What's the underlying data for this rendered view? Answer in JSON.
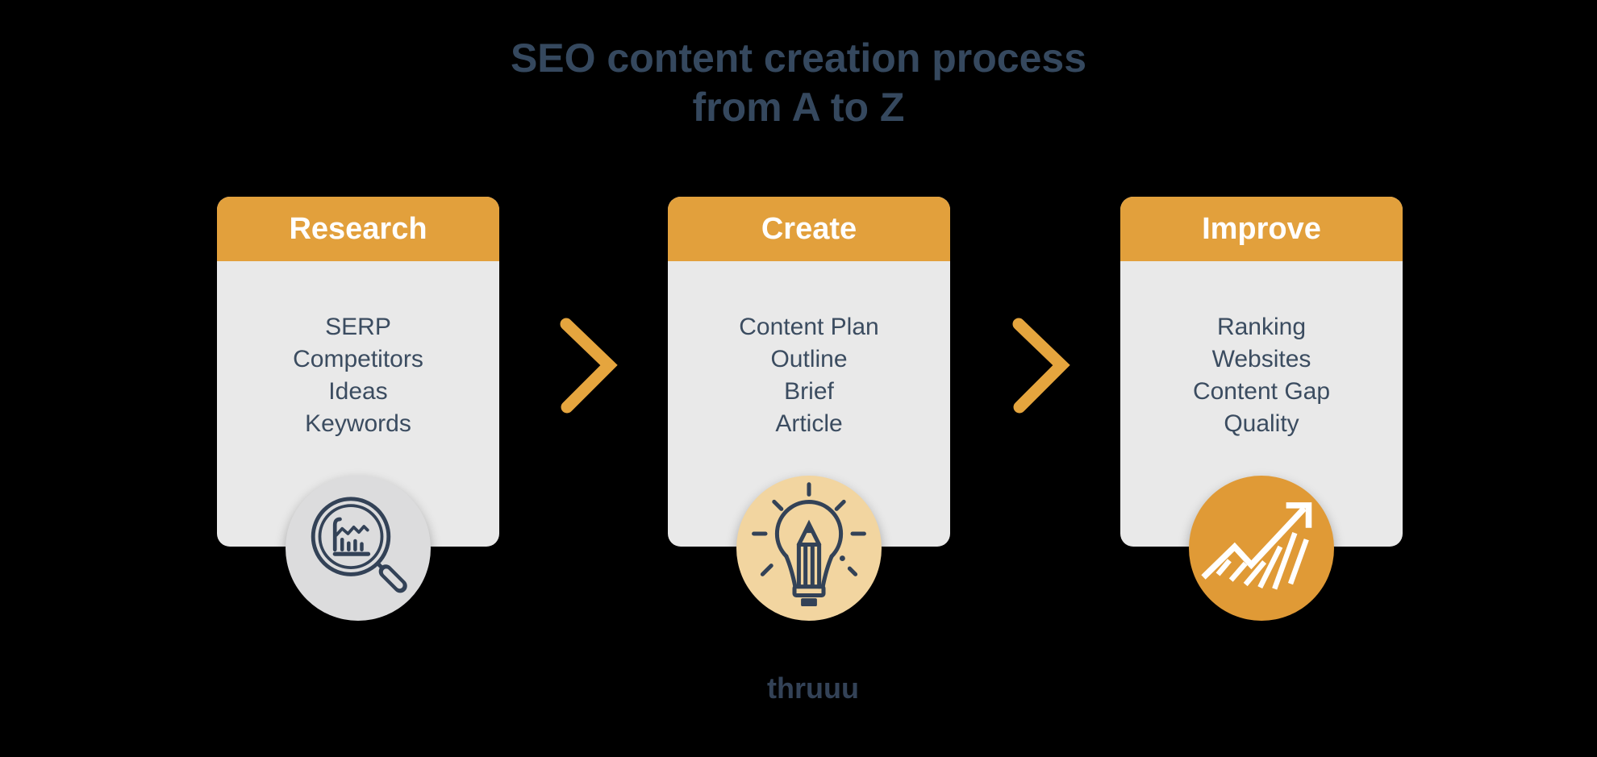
{
  "title": {
    "line1": "SEO content creation process",
    "line2": "from A to Z"
  },
  "cards": [
    {
      "header": "Research",
      "items": [
        "SERP",
        "Competitors",
        "Ideas",
        "Keywords"
      ],
      "icon": "magnifier-chart-icon",
      "badge_color": "#DCDCDD"
    },
    {
      "header": "Create",
      "items": [
        "Content Plan",
        "Outline",
        "Brief",
        "Article"
      ],
      "icon": "lightbulb-pencil-icon",
      "badge_color": "#F2D5A0"
    },
    {
      "header": "Improve",
      "items": [
        "Ranking",
        "Websites",
        "Content Gap",
        "Quality"
      ],
      "icon": "growth-arrow-icon",
      "badge_color": "#E09A36"
    }
  ],
  "connectors": [
    "chevron-right",
    "chevron-right"
  ],
  "brand": "thruuu",
  "colors": {
    "background": "#000000",
    "header_orange": "#E2A03C",
    "card_body_gray": "#E9E9E9",
    "chevron_orange": "#E5A53E",
    "improve_badge_orange": "#E09A36",
    "create_badge_tan": "#F2D5A0",
    "research_badge_gray": "#DCDCDD",
    "navy_text": "#35485E",
    "item_text": "#3B4C60",
    "icon_navy": "#334257",
    "header_text": "#FFFFFF",
    "icon_white": "#FFFFFF"
  }
}
